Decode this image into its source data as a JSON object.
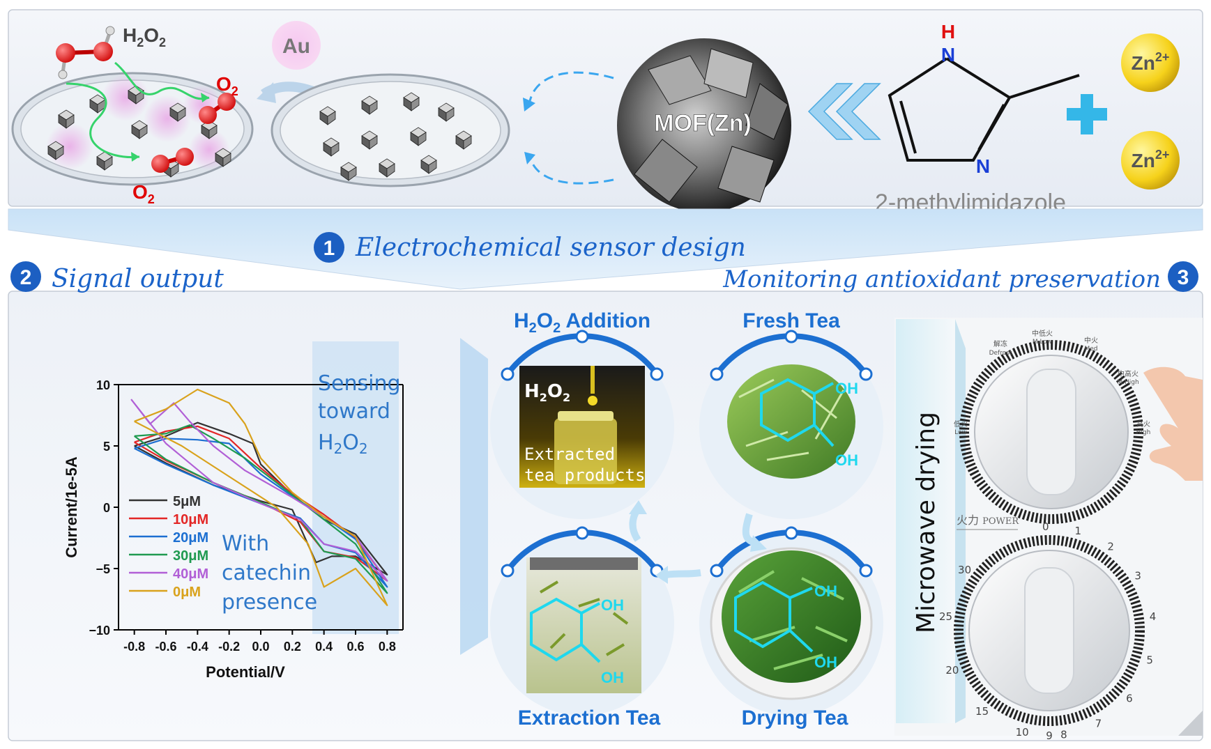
{
  "top": {
    "h2o2": "H2O2",
    "o2_a": "O2",
    "o2_b": "O2",
    "au": "Au",
    "mof": "MOF(Zn)",
    "mim_h": "H",
    "mim_n1": "N",
    "mim_n2": "N",
    "mim_name": "2-methylimidazole",
    "zn1": "Zn2+",
    "zn2": "Zn2+"
  },
  "banner": {
    "step1_num": "1",
    "step1_text": "Electrochemical sensor design",
    "step2_num": "2",
    "step2_text": "Signal output",
    "step3_num": "3",
    "step3_text": "Monitoring antioxidant preservation"
  },
  "cycle": {
    "h2o2_addition": "H2O2 Addition",
    "fresh_tea": "Fresh Tea",
    "extraction_tea": "Extraction Tea",
    "drying_tea": "Drying Tea",
    "photo_h2o2": "H2O2",
    "photo_extracted": "Extracted",
    "photo_tea_products": "tea products",
    "oh": "OH"
  },
  "microwave": {
    "label": "Microwave drying",
    "power_label": "火力 POWER",
    "knob1_labels": [
      "解冻 Defrost",
      "中低火 M.Low",
      "中火 Med",
      "中高火 M.High",
      "高火 High",
      "低火 Low"
    ],
    "knob2_labels": [
      "0",
      "1",
      "2",
      "3",
      "4",
      "5",
      "6",
      "7",
      "8",
      "9",
      "10",
      "15",
      "20",
      "25",
      "30"
    ]
  },
  "chart_data": {
    "type": "line",
    "xlabel": "Potential/V",
    "ylabel": "Current/1e-5A",
    "xlim": [
      -0.9,
      0.9
    ],
    "ylim": [
      -10,
      10
    ],
    "xticks": [
      "-0.8",
      "-0.6",
      "-0.4",
      "-0.2",
      "0.0",
      "0.2",
      "0.4",
      "0.6",
      "0.8"
    ],
    "yticks": [
      "10",
      "5",
      "0",
      "−5",
      "−10"
    ],
    "annotation_box": [
      "Sensing",
      "toward",
      "H2O2"
    ],
    "annotation_text": [
      "With",
      "catechin",
      "presence"
    ],
    "series": [
      {
        "name": "5μM",
        "color": "#333333",
        "upper": [
          [
            -0.8,
            5.0
          ],
          [
            -0.6,
            5.8
          ],
          [
            -0.4,
            6.9
          ],
          [
            -0.2,
            6.0
          ],
          [
            -0.05,
            5.2
          ],
          [
            0.0,
            3.5
          ],
          [
            0.2,
            1.0
          ],
          [
            0.4,
            -1.0
          ],
          [
            0.6,
            -2.2
          ],
          [
            0.8,
            -5.5
          ]
        ],
        "lower": [
          [
            0.8,
            -5.5
          ],
          [
            0.6,
            -4.0
          ],
          [
            0.45,
            -4.0
          ],
          [
            0.35,
            -4.5
          ],
          [
            0.2,
            -0.2
          ],
          [
            0.0,
            0.5
          ],
          [
            -0.3,
            1.8
          ],
          [
            -0.6,
            3.6
          ],
          [
            -0.8,
            5.0
          ]
        ]
      },
      {
        "name": "10μM",
        "color": "#e32626",
        "upper": [
          [
            -0.8,
            5.3
          ],
          [
            -0.6,
            6.2
          ],
          [
            -0.4,
            6.6
          ],
          [
            -0.2,
            5.6
          ],
          [
            0.0,
            3.2
          ],
          [
            0.2,
            1.1
          ],
          [
            0.4,
            -0.6
          ],
          [
            0.6,
            -2.5
          ],
          [
            0.8,
            -6.0
          ]
        ],
        "lower": [
          [
            0.8,
            -6.0
          ],
          [
            0.6,
            -4.1
          ],
          [
            0.4,
            -3.6
          ],
          [
            0.25,
            -1.2
          ],
          [
            0.0,
            0.4
          ],
          [
            -0.3,
            2.0
          ],
          [
            -0.6,
            3.8
          ],
          [
            -0.8,
            5.3
          ]
        ]
      },
      {
        "name": "20μM",
        "color": "#1c6fd1",
        "upper": [
          [
            -0.8,
            4.8
          ],
          [
            -0.6,
            5.6
          ],
          [
            -0.4,
            5.5
          ],
          [
            -0.2,
            5.2
          ],
          [
            0.0,
            2.7
          ],
          [
            0.2,
            0.9
          ],
          [
            0.4,
            -0.8
          ],
          [
            0.6,
            -2.6
          ],
          [
            0.8,
            -6.5
          ]
        ],
        "lower": [
          [
            0.8,
            -6.5
          ],
          [
            0.6,
            -3.7
          ],
          [
            0.4,
            -3.0
          ],
          [
            0.25,
            -0.9
          ],
          [
            0.0,
            0.3
          ],
          [
            -0.3,
            1.8
          ],
          [
            -0.6,
            3.5
          ],
          [
            -0.8,
            4.8
          ]
        ]
      },
      {
        "name": "30μM",
        "color": "#1f9a50",
        "upper": [
          [
            -0.8,
            5.8
          ],
          [
            -0.6,
            6.0
          ],
          [
            -0.45,
            6.7
          ],
          [
            -0.3,
            5.6
          ],
          [
            -0.1,
            4.0
          ],
          [
            0.0,
            3.0
          ],
          [
            0.2,
            1.0
          ],
          [
            0.4,
            -1.0
          ],
          [
            0.6,
            -3.0
          ],
          [
            0.8,
            -7.0
          ]
        ],
        "lower": [
          [
            0.8,
            -7.0
          ],
          [
            0.6,
            -4.2
          ],
          [
            0.4,
            -3.6
          ],
          [
            0.25,
            -1.0
          ],
          [
            0.0,
            0.4
          ],
          [
            -0.3,
            2.0
          ],
          [
            -0.6,
            3.9
          ],
          [
            -0.8,
            5.8
          ]
        ]
      },
      {
        "name": "40μM",
        "color": "#b15fd6",
        "upper": [
          [
            -0.82,
            8.8
          ],
          [
            -0.7,
            6.8
          ],
          [
            -0.55,
            8.5
          ],
          [
            -0.45,
            7.0
          ],
          [
            -0.3,
            5.0
          ],
          [
            -0.1,
            3.0
          ],
          [
            0.2,
            0.8
          ],
          [
            0.4,
            -0.8
          ],
          [
            0.6,
            -2.4
          ],
          [
            0.8,
            -6.0
          ]
        ],
        "lower": [
          [
            0.8,
            -6.0
          ],
          [
            0.6,
            -3.6
          ],
          [
            0.4,
            -3.0
          ],
          [
            0.25,
            -1.0
          ],
          [
            0.0,
            0.3
          ],
          [
            -0.3,
            2.0
          ],
          [
            -0.6,
            5.2
          ],
          [
            -0.82,
            8.8
          ]
        ]
      },
      {
        "name": "0μM",
        "color": "#d9a21c",
        "upper": [
          [
            -0.8,
            7.0
          ],
          [
            -0.6,
            8.0
          ],
          [
            -0.4,
            9.6
          ],
          [
            -0.2,
            8.5
          ],
          [
            -0.1,
            6.8
          ],
          [
            0.0,
            4.0
          ],
          [
            0.2,
            1.2
          ],
          [
            0.4,
            -0.8
          ],
          [
            0.6,
            -2.4
          ],
          [
            0.8,
            -8.0
          ]
        ],
        "lower": [
          [
            0.8,
            -8.0
          ],
          [
            0.6,
            -5.0
          ],
          [
            0.4,
            -6.5
          ],
          [
            0.3,
            -3.0
          ],
          [
            0.1,
            0.0
          ],
          [
            -0.2,
            2.5
          ],
          [
            -0.5,
            5.0
          ],
          [
            -0.8,
            7.0
          ]
        ]
      }
    ]
  }
}
